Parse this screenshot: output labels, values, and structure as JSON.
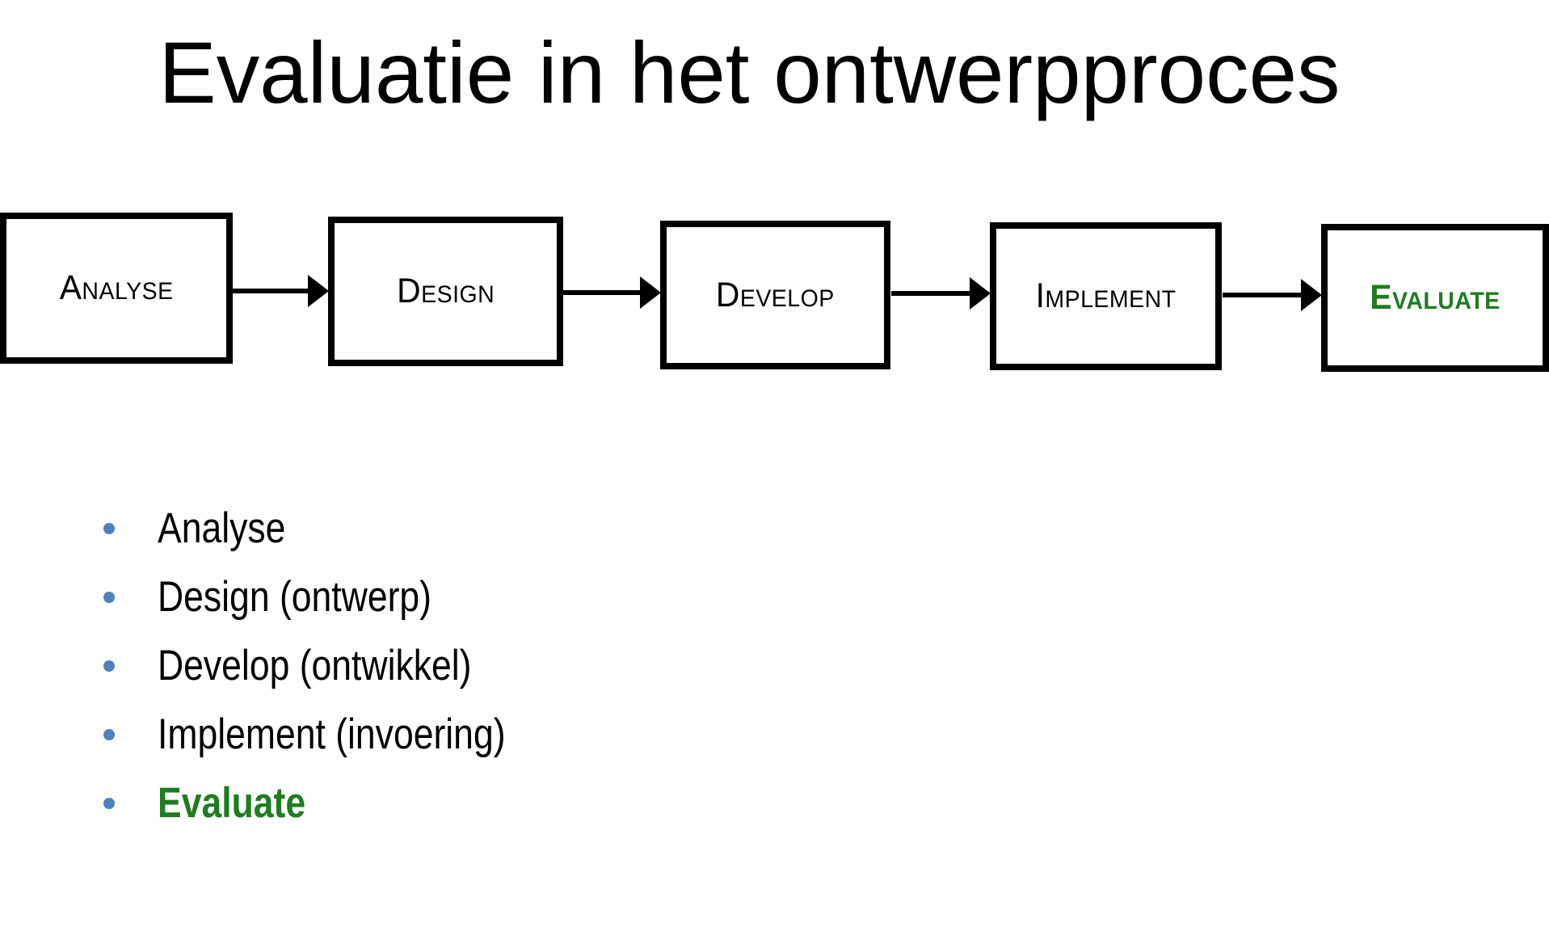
{
  "title": "Evaluatie in het ontwerpproces",
  "flowchart": {
    "steps": [
      {
        "label": "Analyse"
      },
      {
        "label": "Design"
      },
      {
        "label": "Develop"
      },
      {
        "label": "Implement"
      },
      {
        "label": "Evaluate"
      }
    ],
    "highlighted_step": "Evaluate"
  },
  "bullets": {
    "items": [
      {
        "text": "Analyse"
      },
      {
        "text": "Design (ontwerp)"
      },
      {
        "text": "Develop (ontwikkel)"
      },
      {
        "text": "Implement (invoering)"
      },
      {
        "text": "Evaluate"
      }
    ],
    "highlighted_item": "Evaluate"
  },
  "colors": {
    "accent_green": "#1e7d1e",
    "bullet_blue": "#4f81bd",
    "ink": "#000000",
    "paper": "#ffffff"
  }
}
